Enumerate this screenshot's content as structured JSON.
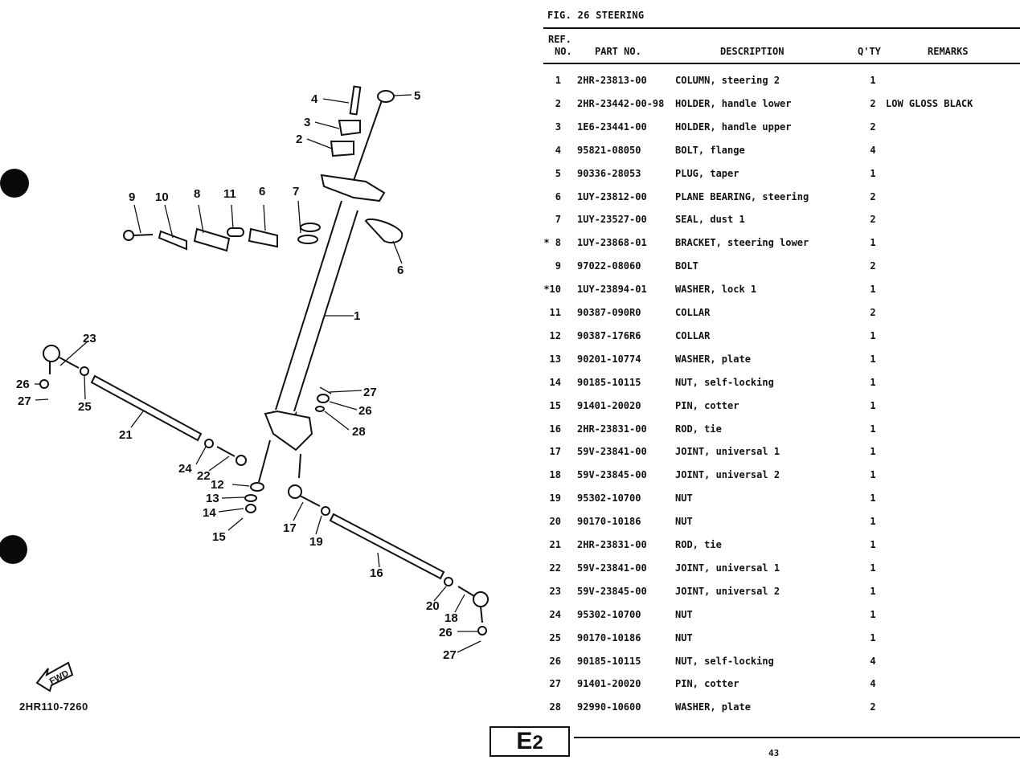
{
  "figure": {
    "title": "FIG. 26  STEERING"
  },
  "table": {
    "headers": {
      "ref_line1": "REF.",
      "ref_line2": "NO.",
      "part_no": "PART NO.",
      "description": "DESCRIPTION",
      "qty": "Q'TY",
      "remarks": "REMARKS"
    },
    "rows": [
      {
        "ref": "1",
        "part": "2HR-23813-00",
        "desc": "COLUMN, steering 2",
        "qty": "1",
        "remarks": ""
      },
      {
        "ref": "2",
        "part": "2HR-23442-00-98",
        "desc": "HOLDER, handle lower",
        "qty": "2",
        "remarks": "LOW GLOSS BLACK"
      },
      {
        "ref": "3",
        "part": "1E6-23441-00",
        "desc": "HOLDER, handle upper",
        "qty": "2",
        "remarks": ""
      },
      {
        "ref": "4",
        "part": "95821-08050",
        "desc": "BOLT, flange",
        "qty": "4",
        "remarks": ""
      },
      {
        "ref": "5",
        "part": "90336-28053",
        "desc": "PLUG, taper",
        "qty": "1",
        "remarks": ""
      },
      {
        "ref": "6",
        "part": "1UY-23812-00",
        "desc": "PLANE BEARING, steering",
        "qty": "2",
        "remarks": ""
      },
      {
        "ref": "7",
        "part": "1UY-23527-00",
        "desc": "SEAL, dust 1",
        "qty": "2",
        "remarks": ""
      },
      {
        "ref": "* 8",
        "part": "1UY-23868-01",
        "desc": "BRACKET, steering lower",
        "qty": "1",
        "remarks": ""
      },
      {
        "ref": "9",
        "part": "97022-08060",
        "desc": "BOLT",
        "qty": "2",
        "remarks": ""
      },
      {
        "ref": "*10",
        "part": "1UY-23894-01",
        "desc": "WASHER, lock 1",
        "qty": "1",
        "remarks": ""
      },
      {
        "ref": "11",
        "part": "90387-090R0",
        "desc": "COLLAR",
        "qty": "2",
        "remarks": ""
      },
      {
        "ref": "12",
        "part": "90387-176R6",
        "desc": "COLLAR",
        "qty": "1",
        "remarks": ""
      },
      {
        "ref": "13",
        "part": "90201-10774",
        "desc": "WASHER, plate",
        "qty": "1",
        "remarks": ""
      },
      {
        "ref": "14",
        "part": "90185-10115",
        "desc": "NUT, self-locking",
        "qty": "1",
        "remarks": ""
      },
      {
        "ref": "15",
        "part": "91401-20020",
        "desc": "PIN, cotter",
        "qty": "1",
        "remarks": ""
      },
      {
        "ref": "16",
        "part": "2HR-23831-00",
        "desc": "ROD, tie",
        "qty": "1",
        "remarks": ""
      },
      {
        "ref": "17",
        "part": "59V-23841-00",
        "desc": "JOINT, universal 1",
        "qty": "1",
        "remarks": ""
      },
      {
        "ref": "18",
        "part": "59V-23845-00",
        "desc": "JOINT, universal 2",
        "qty": "1",
        "remarks": ""
      },
      {
        "ref": "19",
        "part": "95302-10700",
        "desc": "NUT",
        "qty": "1",
        "remarks": ""
      },
      {
        "ref": "20",
        "part": "90170-10186",
        "desc": "NUT",
        "qty": "1",
        "remarks": ""
      },
      {
        "ref": "21",
        "part": "2HR-23831-00",
        "desc": "ROD, tie",
        "qty": "1",
        "remarks": ""
      },
      {
        "ref": "22",
        "part": "59V-23841-00",
        "desc": "JOINT, universal 1",
        "qty": "1",
        "remarks": ""
      },
      {
        "ref": "23",
        "part": "59V-23845-00",
        "desc": "JOINT, universal 2",
        "qty": "1",
        "remarks": ""
      },
      {
        "ref": "24",
        "part": "95302-10700",
        "desc": "NUT",
        "qty": "1",
        "remarks": ""
      },
      {
        "ref": "25",
        "part": "90170-10186",
        "desc": "NUT",
        "qty": "1",
        "remarks": ""
      },
      {
        "ref": "26",
        "part": "90185-10115",
        "desc": "NUT, self-locking",
        "qty": "4",
        "remarks": ""
      },
      {
        "ref": "27",
        "part": "91401-20020",
        "desc": "PIN, cotter",
        "qty": "4",
        "remarks": ""
      },
      {
        "ref": "28",
        "part": "92990-10600",
        "desc": "WASHER, plate",
        "qty": "2",
        "remarks": ""
      }
    ]
  },
  "diagram": {
    "drawing_number": "2HR110-7260",
    "fwd_label": "FWD",
    "callouts": {
      "c1": "1",
      "c2": "2",
      "c3": "3",
      "c4": "4",
      "c5": "5",
      "c6a": "6",
      "c6b": "6",
      "c7": "7",
      "c8": "8",
      "c9": "9",
      "c10": "10",
      "c11": "11",
      "c12": "12",
      "c13": "13",
      "c14": "14",
      "c15": "15",
      "c16": "16",
      "c17": "17",
      "c18": "18",
      "c19": "19",
      "c20": "20",
      "c21": "21",
      "c22": "22",
      "c23": "23",
      "c24": "24",
      "c25": "25",
      "c26a": "26",
      "c26b": "26",
      "c26c": "26",
      "c27a": "27",
      "c27b": "27",
      "c27c": "27",
      "c28": "28"
    }
  },
  "footer": {
    "section_letter": "E",
    "section_number": "2",
    "page_number": "43"
  }
}
